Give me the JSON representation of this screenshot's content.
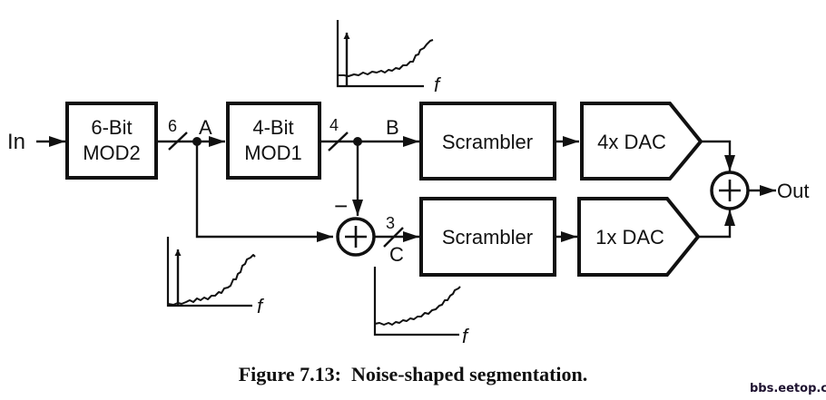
{
  "figure": {
    "caption": "Figure 7.13:  Noise-shaped segmentation.",
    "watermark": "bbs.eetop.cn"
  },
  "blocks": {
    "mod2": {
      "line1": "6-Bit",
      "line2": "MOD2"
    },
    "mod1": {
      "line1": "4-Bit",
      "line2": "MOD1"
    },
    "scrambler_top": {
      "label": "Scrambler"
    },
    "scrambler_bottom": {
      "label": "Scrambler"
    },
    "dac_top": {
      "label": "4x DAC"
    },
    "dac_bottom": {
      "label": "1x DAC"
    }
  },
  "signals": {
    "input": "In",
    "output": "Out",
    "node_a": "A",
    "node_b": "B",
    "node_c": "C",
    "bus_a_width": "6",
    "bus_b_width": "4",
    "bus_c_width": "3",
    "subtract_sign": "−",
    "sum_symbol": "+"
  },
  "spectra": [
    {
      "id": "spectrum-b",
      "axis_label": "f",
      "has_tone": true,
      "shape": "noise-shaped"
    },
    {
      "id": "spectrum-a",
      "axis_label": "f",
      "has_tone": true,
      "shape": "noise-shaped"
    },
    {
      "id": "spectrum-c",
      "axis_label": "f",
      "has_tone": false,
      "shape": "noise-shaped"
    }
  ]
}
